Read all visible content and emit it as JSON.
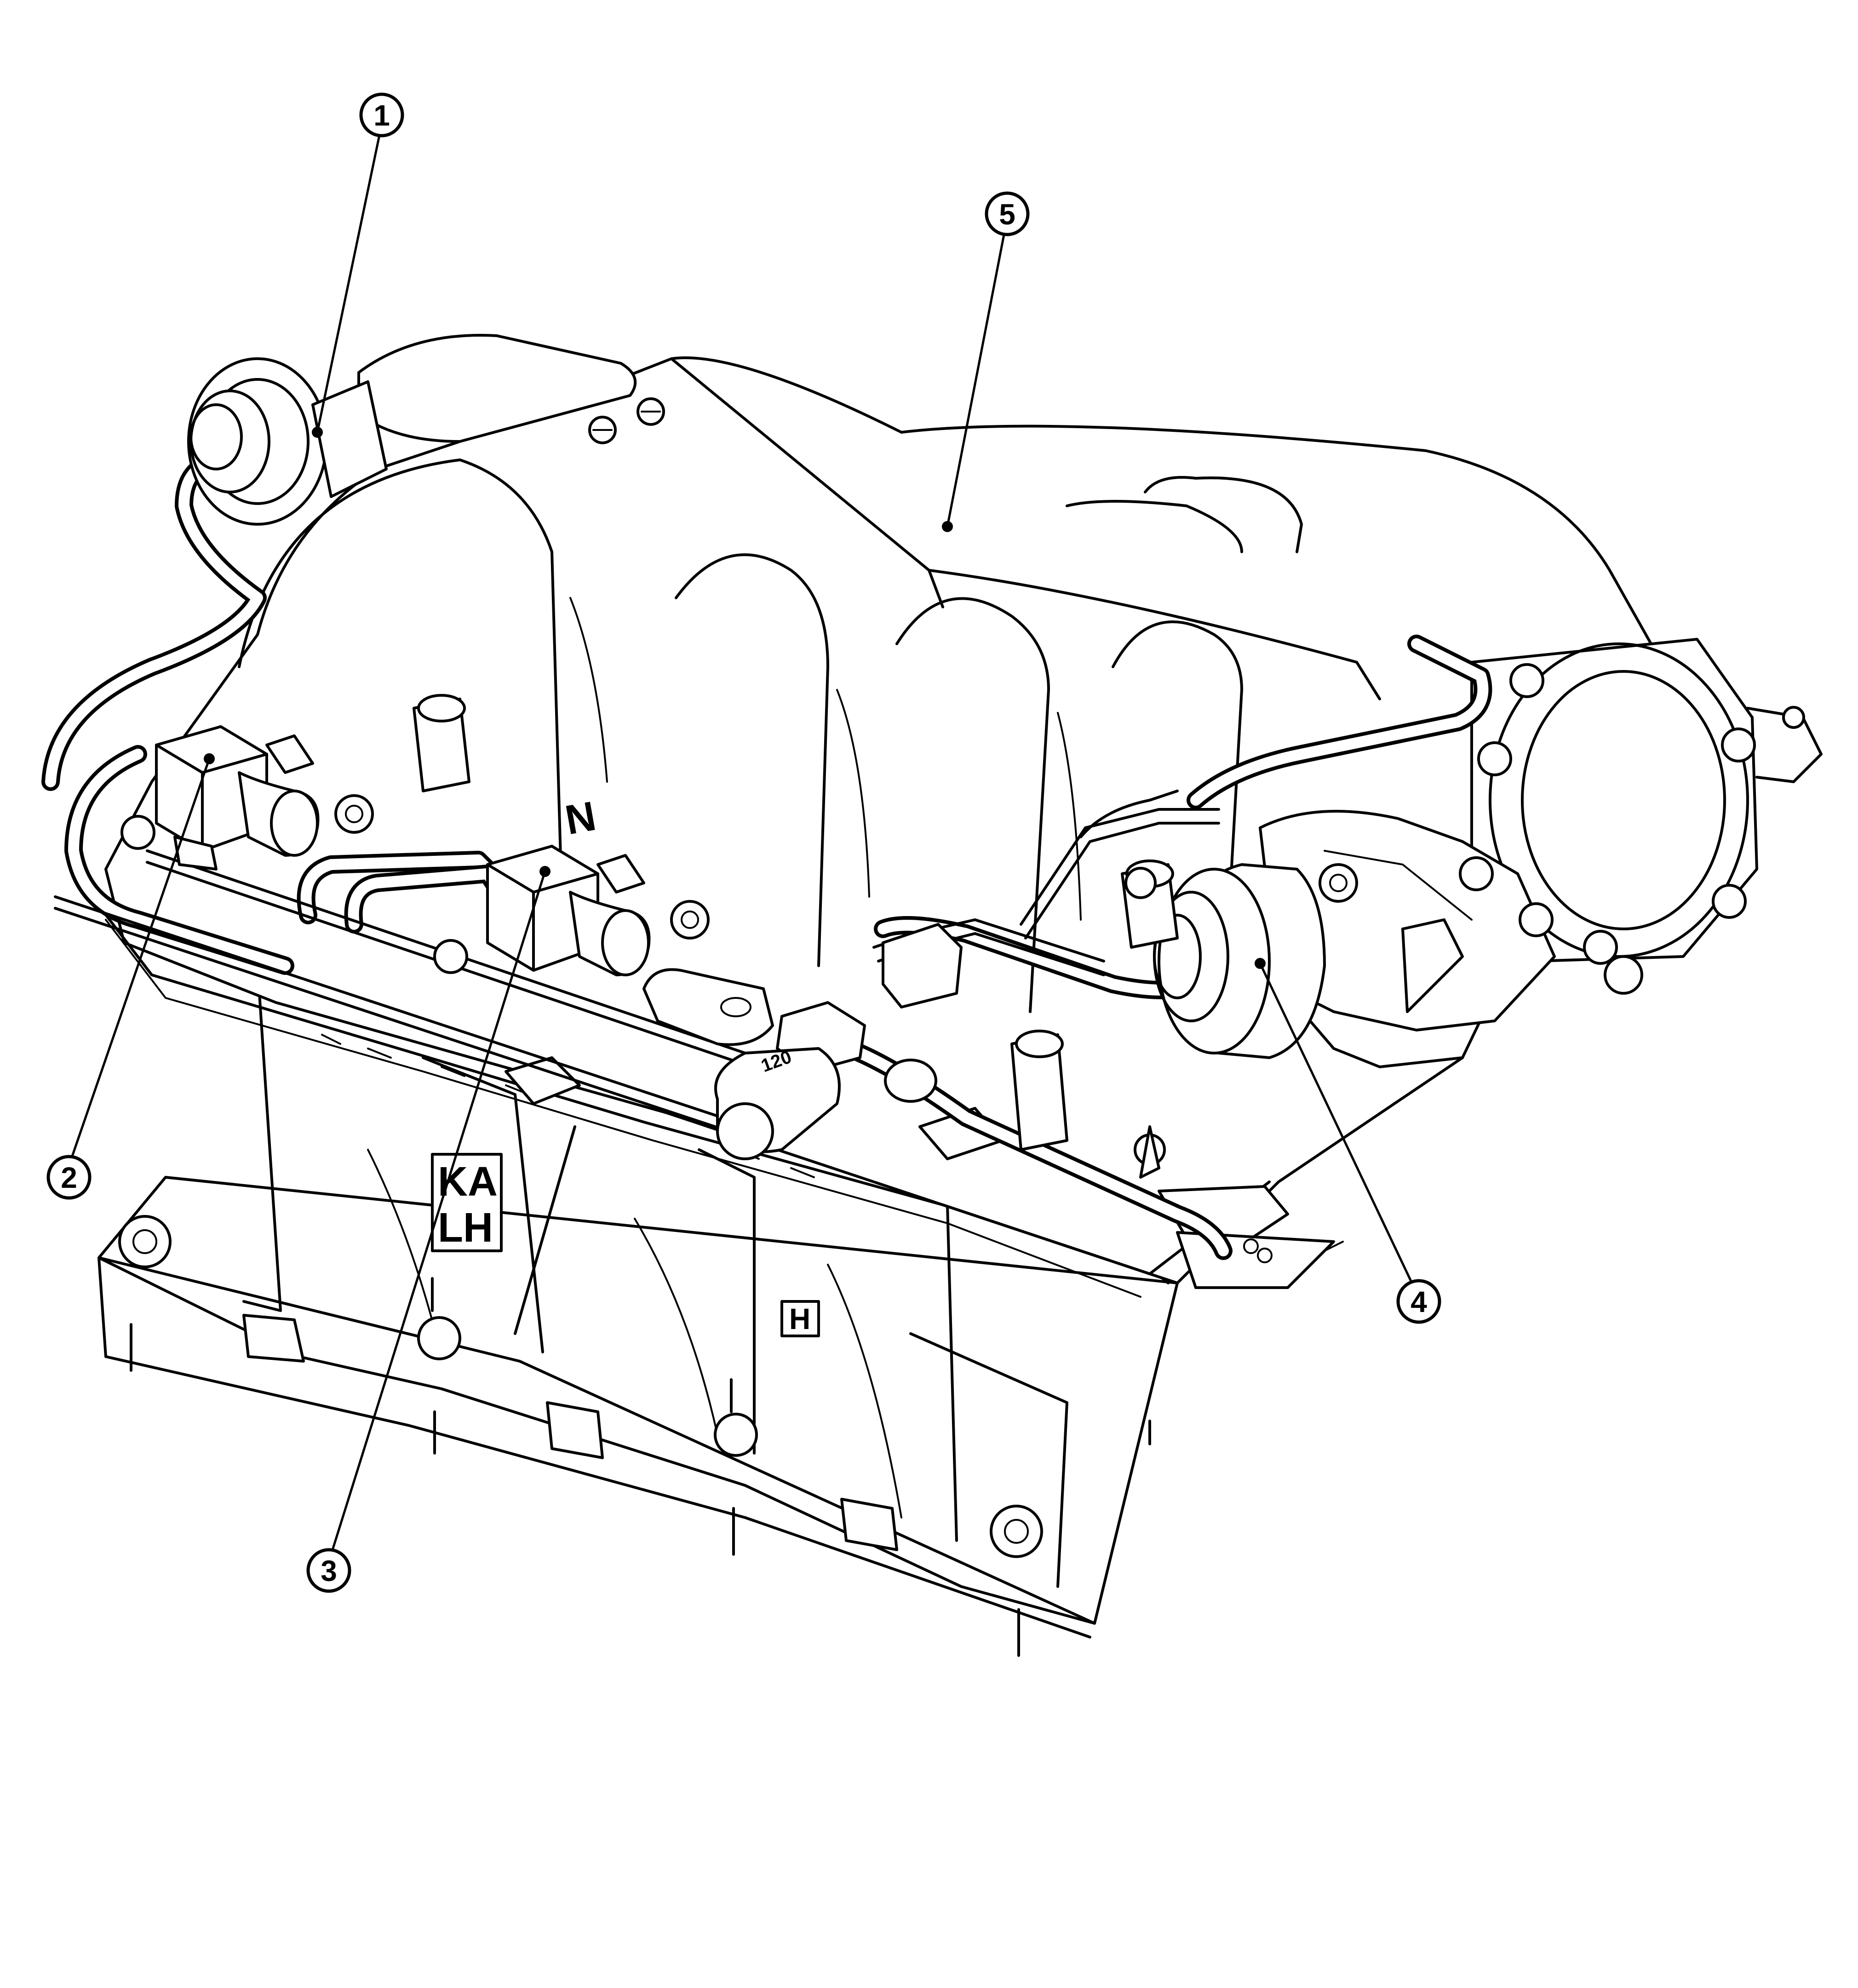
{
  "callouts": [
    {
      "id": "1",
      "label": "1"
    },
    {
      "id": "2",
      "label": "2"
    },
    {
      "id": "3",
      "label": "3"
    },
    {
      "id": "4",
      "label": "4"
    },
    {
      "id": "5",
      "label": "5"
    }
  ],
  "markings": {
    "n_mark": "N",
    "code_top": "KA",
    "code_bottom": "LH",
    "h_mark": "H",
    "sensor_code": "120"
  },
  "colors": {
    "line": "#000000",
    "background": "#ffffff"
  }
}
